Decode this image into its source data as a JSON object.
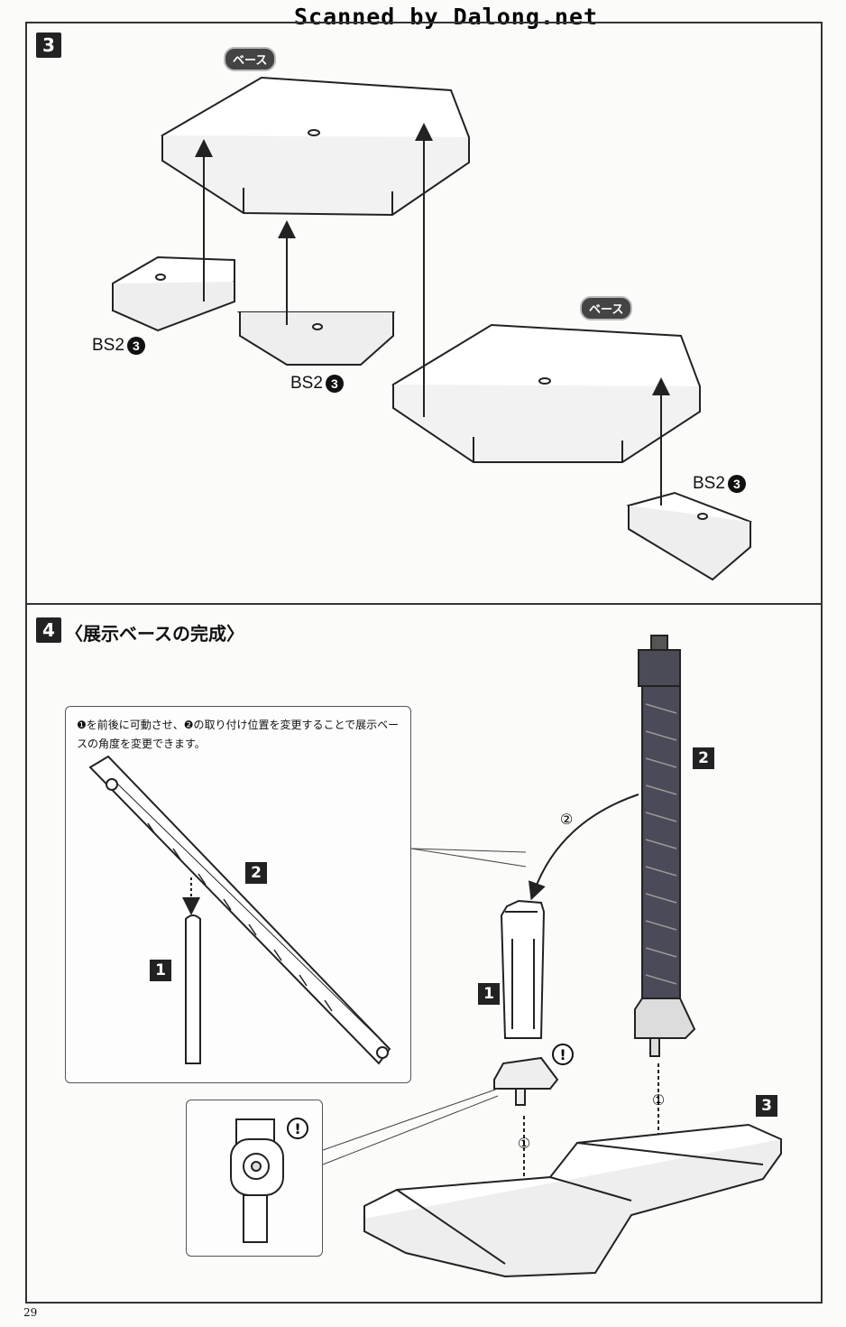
{
  "header": {
    "scan_credit": "Scanned by Dalong.net"
  },
  "step3": {
    "number": "3",
    "base_label_1": "ベース",
    "base_label_2": "ベース",
    "parts": [
      {
        "code": "BS2",
        "num": "3"
      },
      {
        "code": "BS2",
        "num": "3"
      },
      {
        "code": "BS2",
        "num": "3"
      }
    ]
  },
  "step4": {
    "number": "4",
    "title": "〈展示ベースの完成〉",
    "note_text": "❶を前後に可動させ、❷の取り付け位置を変更することで展示ベースの角度を変更できます。",
    "labels": {
      "one": "1",
      "two": "2",
      "three": "3"
    },
    "order_marks": {
      "first": "①",
      "second": "②"
    },
    "caution": "!"
  },
  "footer": {
    "page_number": "29"
  }
}
